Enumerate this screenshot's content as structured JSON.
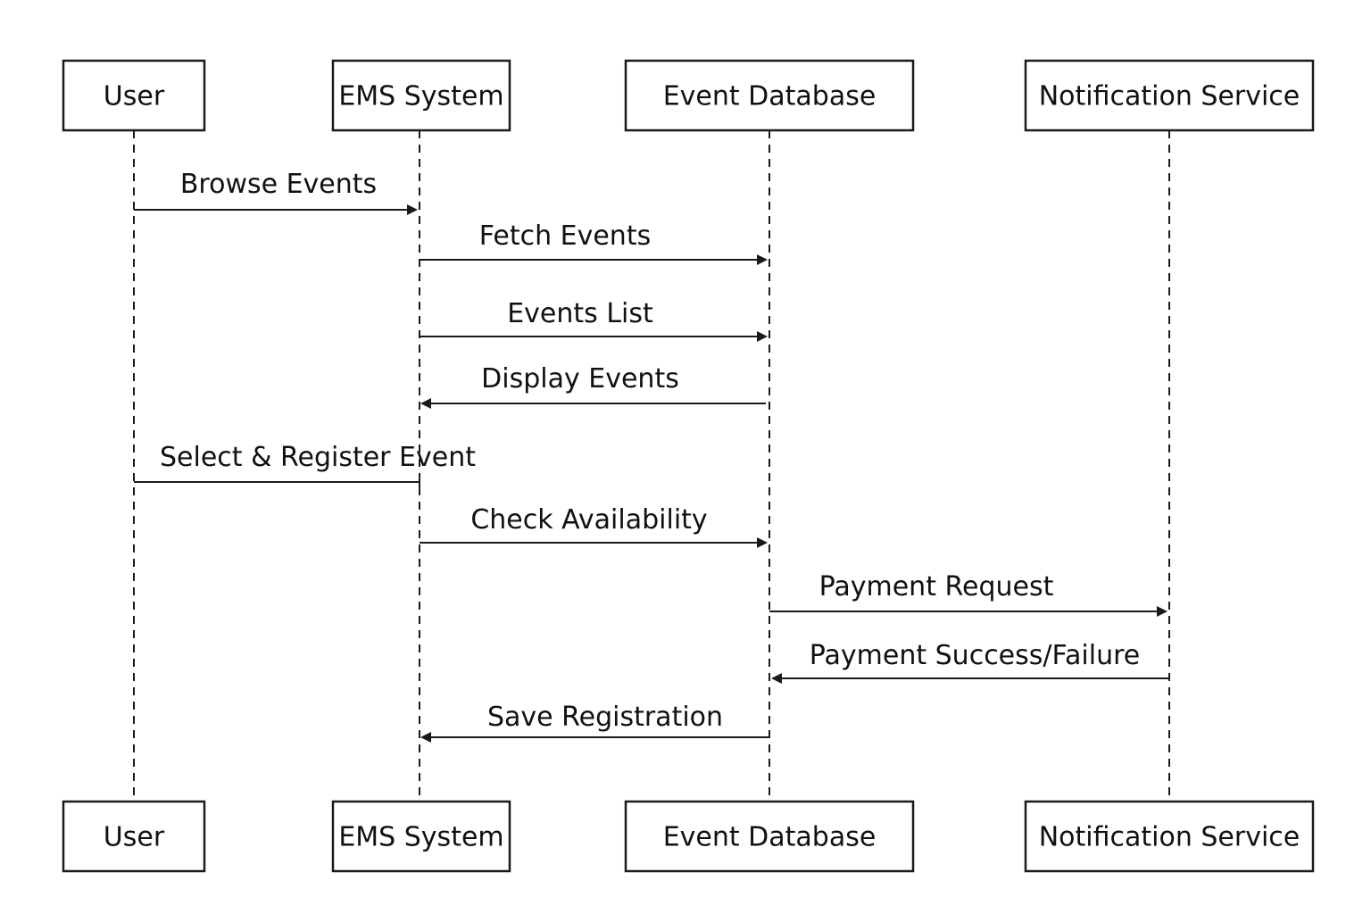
{
  "participants": [
    {
      "id": "user",
      "label": "User"
    },
    {
      "id": "ems",
      "label": "EMS System"
    },
    {
      "id": "db",
      "label": "Event Database"
    },
    {
      "id": "notify",
      "label": "Notification Service"
    }
  ],
  "messages": [
    {
      "from": "user",
      "to": "ems",
      "label": "Browse Events",
      "arrowhead": true
    },
    {
      "from": "ems",
      "to": "db",
      "label": "Fetch Events",
      "arrowhead": true
    },
    {
      "from": "ems",
      "to": "db",
      "label": "Events List",
      "arrowhead": true
    },
    {
      "from": "db",
      "to": "ems",
      "label": "Display Events",
      "arrowhead": true
    },
    {
      "from": "user",
      "to": "ems",
      "label": "Select & Register Event",
      "arrowhead": false
    },
    {
      "from": "ems",
      "to": "db",
      "label": "Check Availability",
      "arrowhead": true
    },
    {
      "from": "db",
      "to": "notify",
      "label": "Payment Request",
      "arrowhead": true
    },
    {
      "from": "notify",
      "to": "db",
      "label": "Payment Success/Failure",
      "arrowhead": true
    },
    {
      "from": "db",
      "to": "ems",
      "label": "Save Registration",
      "arrowhead": true
    }
  ],
  "colors": {
    "line": "#1a1a1a",
    "text": "#111111",
    "background": "#ffffff"
  }
}
